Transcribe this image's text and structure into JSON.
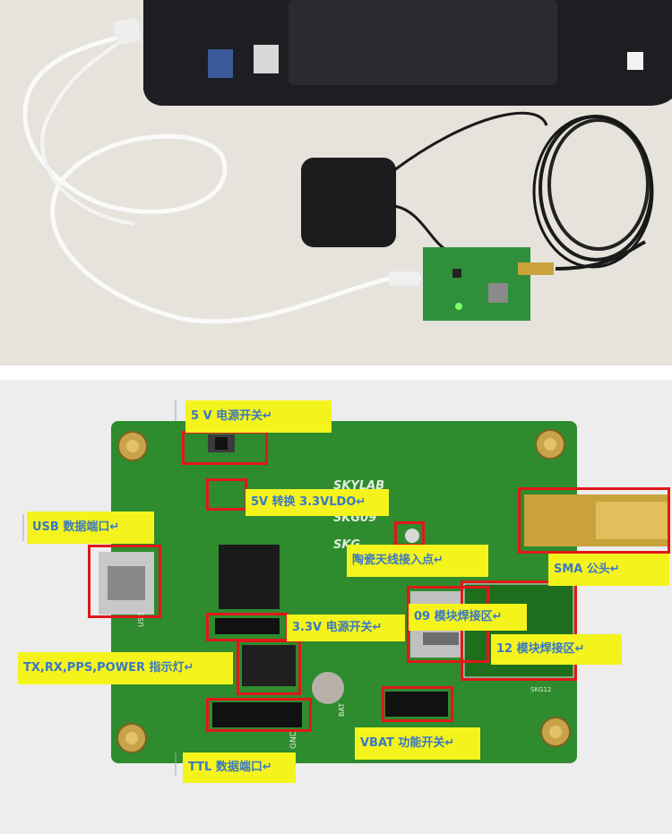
{
  "photo_top": {
    "description_objects": [
      "laptop",
      "usb-cable",
      "gps-antenna",
      "gps-board",
      "coax-cable"
    ]
  },
  "labels": {
    "power_5v": "5 V 电源开关↵",
    "ldo": "5V 转换 3.3VLDO↵",
    "usb": "USB 数据端口↵",
    "ceramic_antenna": "陶瓷天线接入点↵",
    "sma": "SMA 公头↵",
    "power_3v3": "3.3V 电源开关↵",
    "module09": "09 模块焊接区↵",
    "module12": "12 模块焊接区↵",
    "leds": "TX,RX,PPS,POWER 指示灯↵",
    "vbat": "VBAT 功能开关↵",
    "ttl": "TTL 数据端口↵"
  },
  "silkscreen": {
    "board_name_1": "SKYLAB",
    "board_name_2": "SKG09",
    "board_name_3": "SKG",
    "usb": "USB",
    "bat": "BAT",
    "gnd": "GND",
    "skg12": "SKG12"
  }
}
